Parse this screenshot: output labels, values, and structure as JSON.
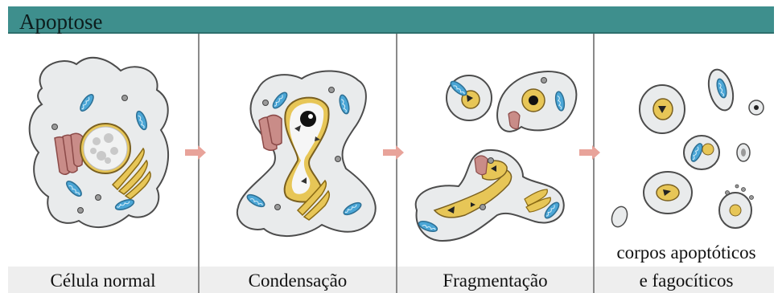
{
  "title": "Apoptose",
  "stages": [
    {
      "label": "Célula normal"
    },
    {
      "label": "Condensação"
    },
    {
      "label": "Fragmentação"
    },
    {
      "label_line1": "corpos apoptóticos",
      "label_line2": "e fagocíticos"
    }
  ],
  "colors": {
    "header": "#3e8f8d",
    "membrane": "#555555",
    "cytoplasm": "#e9ebec",
    "mitochondria": "#4ba6d6",
    "golgi": "#d6b23a",
    "er": "#b47a78",
    "nucleus": "#e7c657",
    "arrow": "#e8a39a"
  }
}
